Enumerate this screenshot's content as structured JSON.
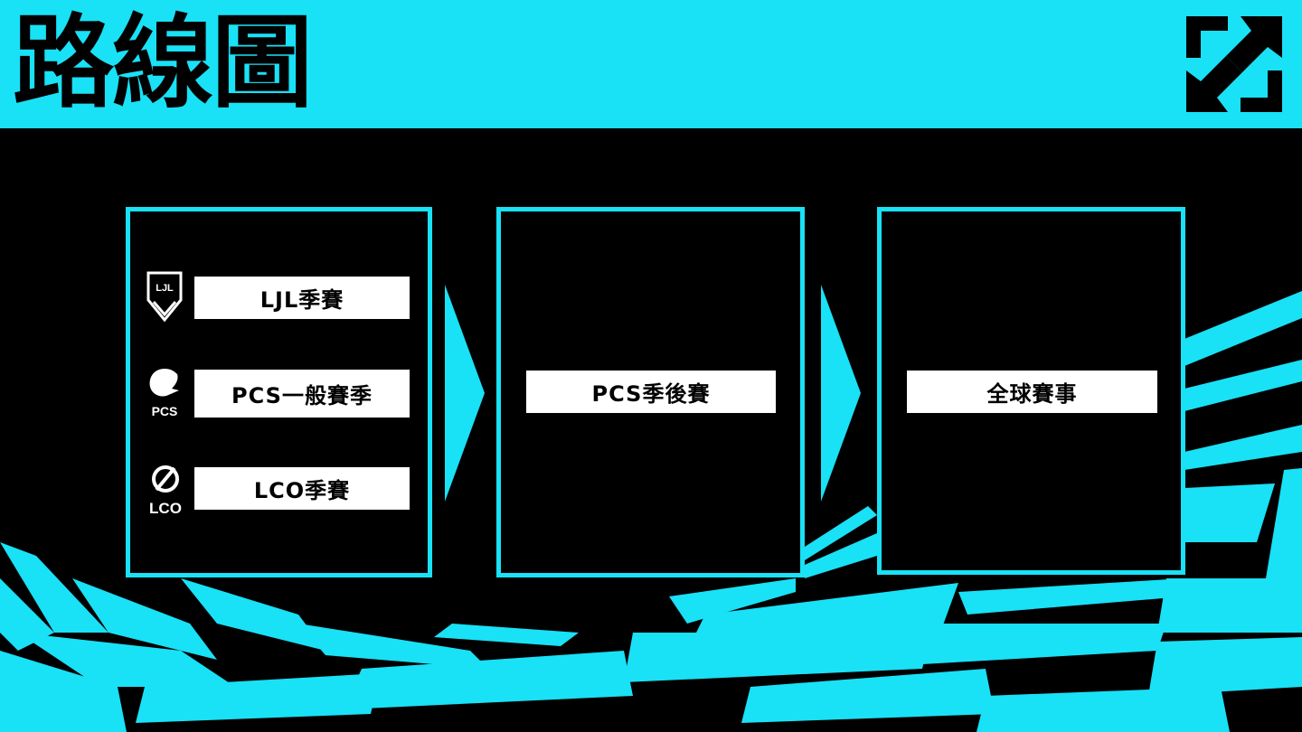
{
  "title": "路線圖",
  "colors": {
    "accent": "#19e1f6",
    "background": "#000000",
    "label_bg": "#ffffff"
  },
  "corner_icon": "expand-arrows-icon",
  "stages": [
    {
      "items": [
        {
          "logo": "LJL",
          "logo_icon": "ljl-crest-icon",
          "label": "LJL季賽"
        },
        {
          "logo": "PCS",
          "logo_icon": "pcs-dragon-icon",
          "label": "PCS一般賽季"
        },
        {
          "logo": "LCO",
          "logo_icon": "lco-emblem-icon",
          "label": "LCO季賽"
        }
      ]
    },
    {
      "items": [
        {
          "label": "PCS季後賽"
        }
      ]
    },
    {
      "items": [
        {
          "label": "全球賽事"
        }
      ]
    }
  ]
}
